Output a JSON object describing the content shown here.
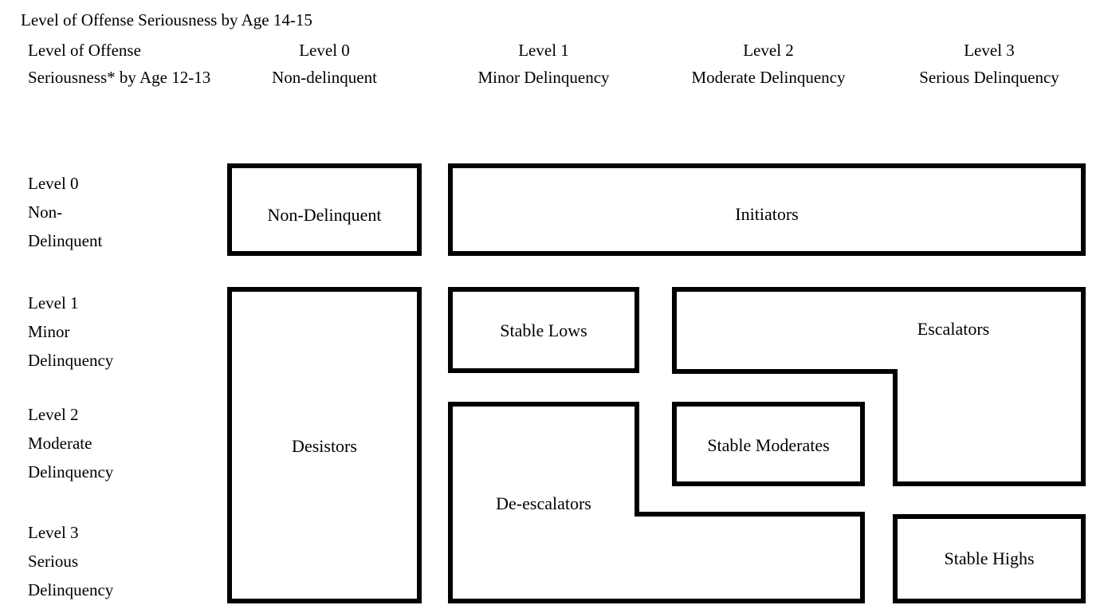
{
  "title": "Level of Offense Seriousness by Age 14-15",
  "corner_label": "Level of Offense Seriousness* by Age 12-13",
  "column_headers": [
    {
      "level": "Level  0",
      "description": "Non-delinquent"
    },
    {
      "level": "Level  1",
      "description": "Minor Delinquency"
    },
    {
      "level": "Level  2",
      "description": "Moderate Delinquency"
    },
    {
      "level": "Level  3",
      "description": "Serious Delinquency"
    }
  ],
  "row_headers": [
    {
      "level": "Level  0",
      "line2": "Non-",
      "line3": "Delinquent"
    },
    {
      "level": "Level  1",
      "line2": "Minor",
      "line3": "Delinquency"
    },
    {
      "level": "Level  2",
      "line2": "Moderate",
      "line3": "Delinquency"
    },
    {
      "level": "Level  3",
      "line2": "Serious",
      "line3": "Delinquency"
    }
  ],
  "cells": {
    "non_delinquent": "Non-Delinquent",
    "initiators": "Initiators",
    "desistors": "Desistors",
    "stable_lows": "Stable Lows",
    "escalators": "Escalators",
    "stable_moderates": "Stable Moderates",
    "de_escalators": "De-escalators",
    "stable_highs": "Stable Highs"
  },
  "colors": {
    "background": "#ffffff",
    "stroke": "#000000",
    "text": "#000000"
  }
}
